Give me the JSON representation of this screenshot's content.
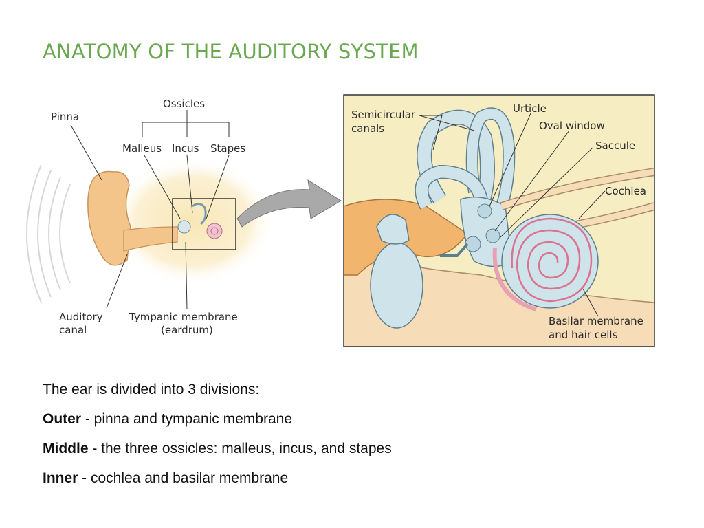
{
  "title": "ANATOMY OF THE AUDITORY SYSTEM",
  "diagram": {
    "labels": {
      "pinna": "Pinna",
      "ossicles": "Ossicles",
      "malleus": "Malleus",
      "incus": "Incus",
      "stapes": "Stapes",
      "auditory_canal_1": "Auditory",
      "auditory_canal_2": "canal",
      "tympanic_1": "Tympanic membrane",
      "tympanic_2": "(eardrum)",
      "semicircular_1": "Semicircular",
      "semicircular_2": "canals",
      "utricle": "Urticle",
      "oval_window": "Oval window",
      "saccule": "Saccule",
      "cochlea": "Cochlea",
      "basilar_1": "Basilar membrane",
      "basilar_2": "and hair cells"
    },
    "colors": {
      "skin": "#f6ddb8",
      "ear_orange": "#f2b56e",
      "inset_bg": "#f7edc3",
      "labyrinth": "#cfe3ea",
      "cochlea_pink": "#e8a0b4",
      "arrow": "#a9a9a9"
    }
  },
  "body": {
    "intro": "The ear is divided into 3 divisions:",
    "outer_term": "Outer",
    "outer_desc": " - pinna and tympanic membrane",
    "middle_term": "Middle",
    "middle_desc": " - the three ossicles: malleus, incus, and stapes",
    "inner_term": "Inner",
    "inner_desc": " - cochlea and basilar membrane"
  }
}
